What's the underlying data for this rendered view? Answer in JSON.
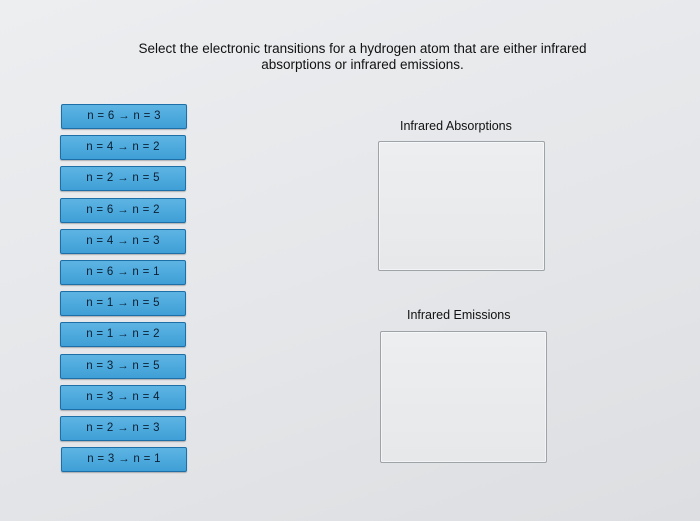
{
  "question": {
    "line1": "Select the electronic transitions for a hydrogen atom that are either infrared",
    "line2": "absorptions or infrared emissions."
  },
  "tiles": [
    "n = 6 → n = 3",
    "n = 4 → n = 2",
    "n = 2 → n = 5",
    "n = 6 → n = 2",
    "n = 4 → n = 3",
    "n = 6 → n = 1",
    "n = 1 → n = 5",
    "n = 1 → n = 2",
    "n = 3 → n = 5",
    "n = 3 → n = 4",
    "n = 2 → n = 3",
    "n = 3 → n = 1"
  ],
  "zones": {
    "absorptions_label": "Infrared Absorptions",
    "emissions_label": "Infrared Emissions"
  },
  "colors": {
    "tile_fill": "#4aa8dc",
    "tile_border": "#1d6fa8",
    "zone_border": "#9ea3a8"
  }
}
